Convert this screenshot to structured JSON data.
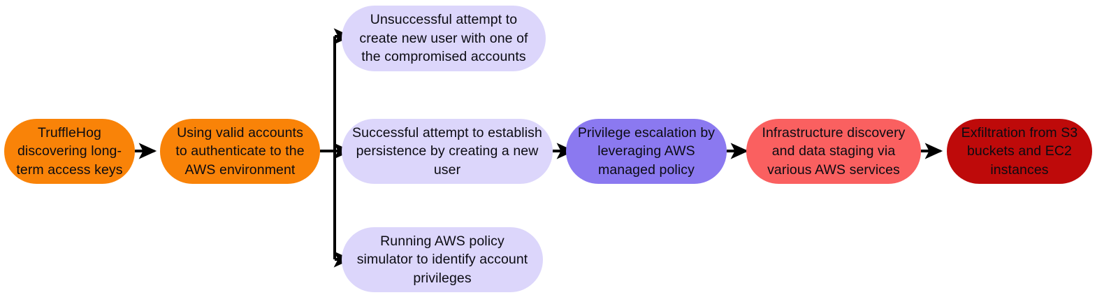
{
  "diagram": {
    "type": "attack-chain-flow",
    "orientation": "left-to-right",
    "background_color": "#ffffff",
    "connector_color": "#000000",
    "text_color": "#0b0b12",
    "nodes": [
      {
        "id": "node-trufflehog",
        "label": "TruffleHog discovering long-term access keys",
        "color": "#F98308",
        "stage": "initial-access",
        "column": 1,
        "row": "middle"
      },
      {
        "id": "node-valid-accounts",
        "label": "Using valid accounts to authenticate to the AWS environment",
        "color": "#F98308",
        "stage": "authentication",
        "column": 2,
        "row": "middle"
      },
      {
        "id": "node-unsuccessful-create-user",
        "label": "Unsuccessful attempt to create new user with one of the compromised accounts",
        "color": "#DCD6FB",
        "stage": "persistence-attempt",
        "column": 3,
        "row": "top"
      },
      {
        "id": "node-successful-persistence",
        "label": "Successful attempt to establish persistence by creating a new user",
        "color": "#DCD6FB",
        "stage": "persistence",
        "column": 3,
        "row": "middle"
      },
      {
        "id": "node-policy-simulator",
        "label": "Running AWS policy simulator to identify account privileges",
        "color": "#DCD6FB",
        "stage": "discovery",
        "column": 3,
        "row": "bottom"
      },
      {
        "id": "node-privilege-escalation",
        "label": "Privilege escalation by leveraging AWS managed policy",
        "color": "#8B79F0",
        "stage": "privilege-escalation",
        "column": 4,
        "row": "middle"
      },
      {
        "id": "node-infrastructure-discovery",
        "label": "Infrastructure discovery and data staging via various AWS services",
        "color": "#FA6060",
        "stage": "collection",
        "column": 5,
        "row": "middle"
      },
      {
        "id": "node-exfiltration",
        "label": "Exfiltration from S3 buckets and EC2 instances",
        "color": "#BE0A0A",
        "stage": "exfiltration",
        "column": 6,
        "row": "middle"
      }
    ],
    "edges": [
      {
        "id": "edge-1",
        "from": "node-trufflehog",
        "to": "node-valid-accounts",
        "style": "arrow"
      },
      {
        "id": "edge-2",
        "from": "node-valid-accounts",
        "to": "node-unsuccessful-create-user",
        "style": "branch-arrow"
      },
      {
        "id": "edge-3",
        "from": "node-valid-accounts",
        "to": "node-successful-persistence",
        "style": "branch-arrow"
      },
      {
        "id": "edge-4",
        "from": "node-valid-accounts",
        "to": "node-policy-simulator",
        "style": "branch-arrow"
      },
      {
        "id": "edge-5",
        "from": "node-successful-persistence",
        "to": "node-privilege-escalation",
        "style": "arrow"
      },
      {
        "id": "edge-6",
        "from": "node-privilege-escalation",
        "to": "node-infrastructure-discovery",
        "style": "arrow"
      },
      {
        "id": "edge-7",
        "from": "node-infrastructure-discovery",
        "to": "node-exfiltration",
        "style": "arrow"
      }
    ]
  }
}
